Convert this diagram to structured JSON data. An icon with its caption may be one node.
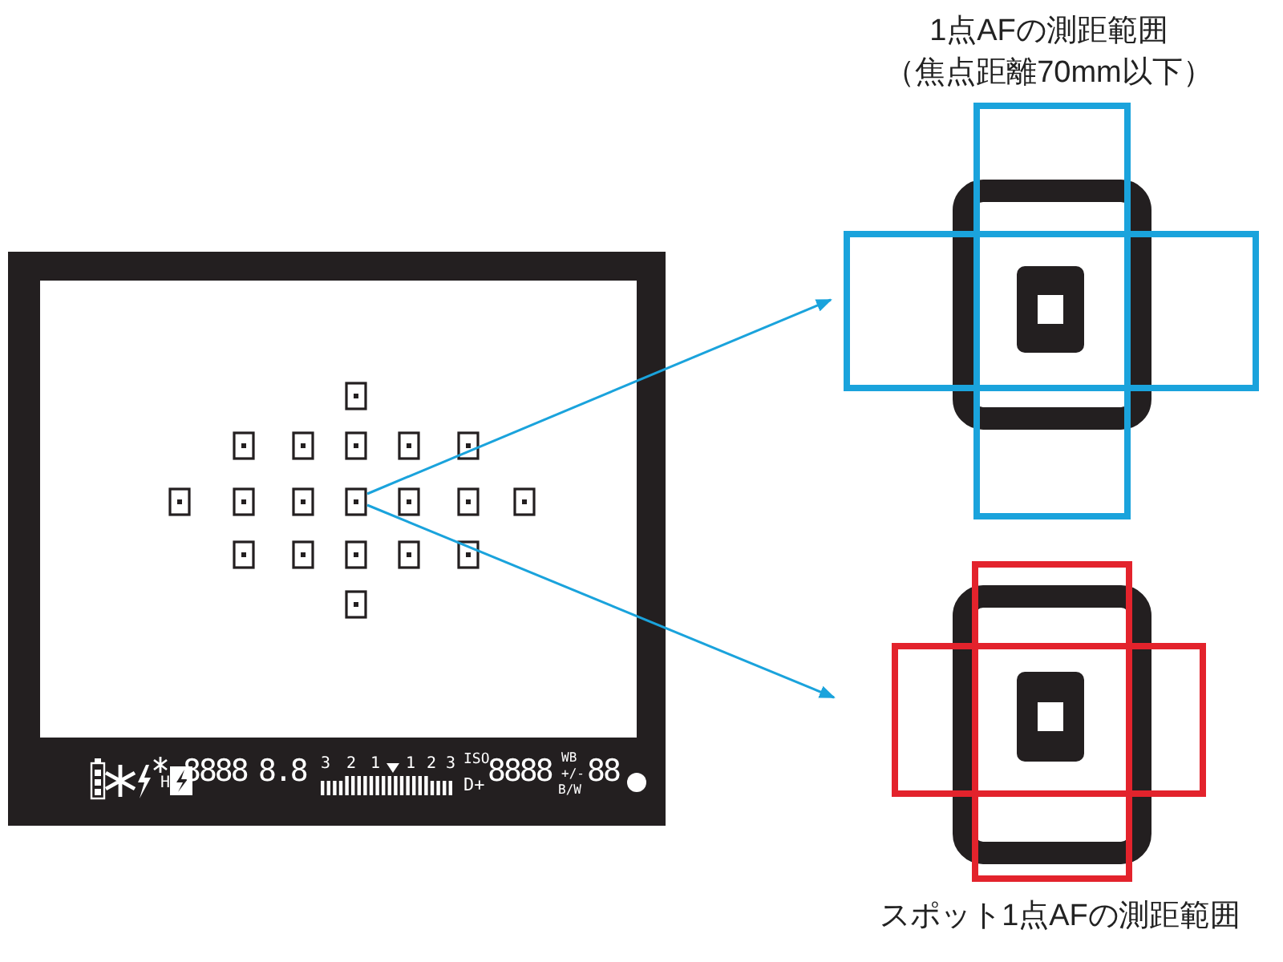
{
  "diagram": {
    "nodes": [
      {
        "text": [],
        "shape": "box"
      },
      {
        "text": [
          "1点AFの測距範囲",
          "（焦点距離70mm以下）"
        ]
      },
      {
        "text": [
          "スポット1点AFの測距範囲"
        ]
      }
    ],
    "edges": [
      {
        "from": 0,
        "to": 1,
        "arrow": "to",
        "color": "#1aa3dc"
      },
      {
        "from": 0,
        "to": 2,
        "arrow": "to",
        "color": "#1aa3dc"
      }
    ],
    "labels": [
      "H",
      "8888",
      "8.8",
      "3",
      "2",
      "1",
      "1",
      "2",
      "3",
      "ISO",
      "D+",
      "8888",
      "WB",
      "+/-",
      "B/W",
      "88"
    ]
  }
}
